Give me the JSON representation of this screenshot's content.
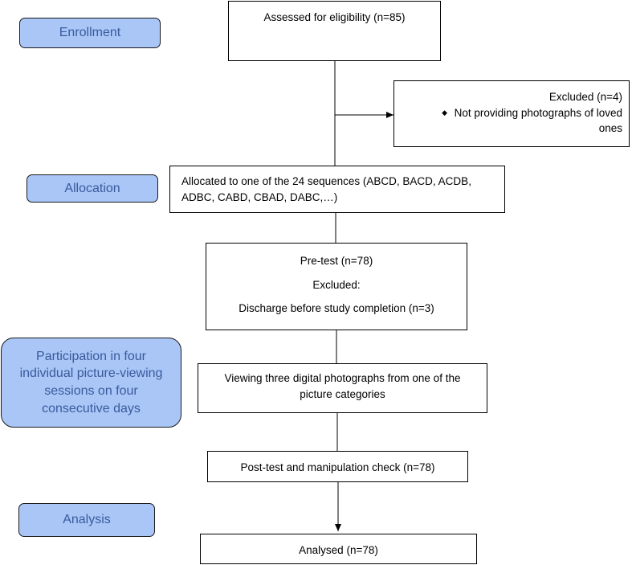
{
  "stages": {
    "enrollment": "Enrollment",
    "allocation": "Allocation",
    "participation": "Participation in four individual picture-viewing sessions on four consecutive days",
    "analysis": "Analysis"
  },
  "boxes": {
    "assessed": "Assessed for eligibility (n=85)",
    "excluded_title": "Excluded (n=4)",
    "excluded_reason": "Not providing photographs of loved ones",
    "allocated": "Allocated to one of the 24 sequences (ABCD, BACD, ACDB, ADBC, CABD, CBAD, DABC,…)",
    "pretest": "Pre-test (n=78)",
    "pretest_excluded_label": "Excluded:",
    "pretest_excluded_reason": "Discharge before study completion (n=3)",
    "viewing": "Viewing three digital photographs from one of the picture categories",
    "posttest": "Post-test and manipulation check (n=78)",
    "analysed": "Analysed (n=78)"
  },
  "icons": {
    "bullet": "diamond-bullet-icon"
  }
}
